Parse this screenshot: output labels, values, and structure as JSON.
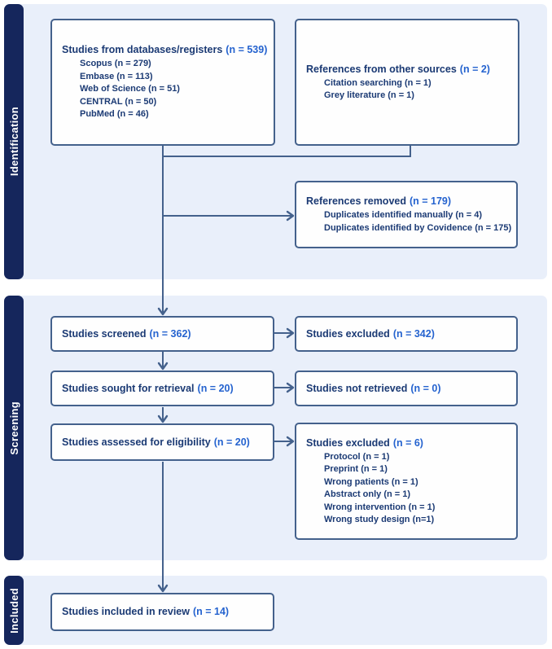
{
  "sections": [
    {
      "label": "Identification"
    },
    {
      "label": "Screening"
    },
    {
      "label": "Included"
    }
  ],
  "colors": {
    "band_background": "#e9effa",
    "sidebar_navy": "#15265c",
    "box_border": "#44618c",
    "text_navy": "#1b3a74",
    "count_blue": "#2563cf"
  },
  "boxes": {
    "databases": {
      "title": "Studies from databases/registers",
      "count": "(n = 539)",
      "items": [
        "Scopus (n = 279)",
        "Embase (n = 113)",
        "Web of Science (n = 51)",
        "CENTRAL (n = 50)",
        "PubMed (n = 46)"
      ]
    },
    "other_sources": {
      "title": "References from other sources",
      "count": "(n = 2)",
      "items": [
        "Citation searching (n = 1)",
        "Grey literature (n = 1)"
      ]
    },
    "references_removed": {
      "title": "References removed",
      "count": "(n = 179)",
      "items": [
        "Duplicates identified manually (n = 4)",
        "Duplicates identified by Covidence (n = 175)"
      ]
    },
    "screened": {
      "title": "Studies screened",
      "count": "(n = 362)"
    },
    "excluded_screening": {
      "title": "Studies excluded",
      "count": "(n = 342)"
    },
    "sought": {
      "title": "Studies sought for retrieval",
      "count": "(n = 20)"
    },
    "not_retrieved": {
      "title": "Studies not retrieved",
      "count": "(n = 0)"
    },
    "eligibility": {
      "title": "Studies assessed for eligibility",
      "count": "(n = 20)"
    },
    "excluded_eligibility": {
      "title": "Studies excluded",
      "count": "(n = 6)",
      "items": [
        "Protocol (n = 1)",
        "Preprint (n = 1)",
        "Wrong patients (n = 1)",
        "Abstract only (n = 1)",
        "Wrong intervention (n = 1)",
        "Wrong study design (n=1)"
      ]
    },
    "included": {
      "title": "Studies included in review",
      "count": "(n = 14)"
    }
  }
}
